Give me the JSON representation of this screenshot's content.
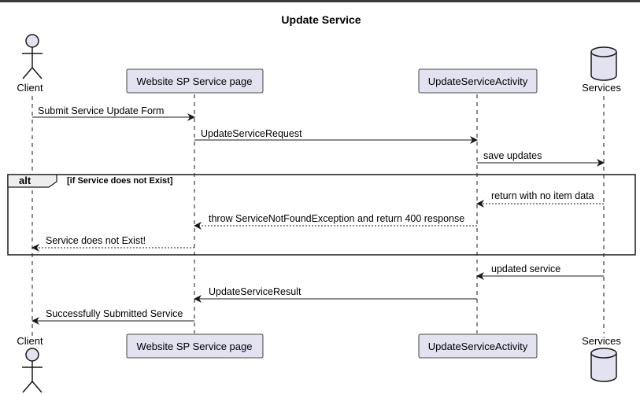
{
  "diagram": {
    "title": "Update Service",
    "participants": [
      {
        "id": "client",
        "label": "Client",
        "kind": "actor"
      },
      {
        "id": "page",
        "label": "Website SP Service page",
        "kind": "participant"
      },
      {
        "id": "activity",
        "label": "UpdateServiceActivity",
        "kind": "participant"
      },
      {
        "id": "services",
        "label": "Services",
        "kind": "database"
      }
    ],
    "messages": [
      {
        "label": "Submit Service Update Form",
        "from": "client",
        "to": "page",
        "style": "solid"
      },
      {
        "label": "UpdateServiceRequest",
        "from": "page",
        "to": "activity",
        "style": "solid"
      },
      {
        "label": "save updates",
        "from": "activity",
        "to": "services",
        "style": "solid"
      },
      {
        "label": "return with no item data",
        "from": "services",
        "to": "activity",
        "style": "dashed"
      },
      {
        "label": "throw ServiceNotFoundException and return 400 response",
        "from": "activity",
        "to": "page",
        "style": "dashed"
      },
      {
        "label": "Service does not Exist!",
        "from": "page",
        "to": "client",
        "style": "dashed"
      },
      {
        "label": "updated service",
        "from": "services",
        "to": "activity",
        "style": "solid"
      },
      {
        "label": "UpdateServiceResult",
        "from": "activity",
        "to": "page",
        "style": "solid"
      },
      {
        "label": "Successfully Submitted Service",
        "from": "page",
        "to": "client",
        "style": "solid"
      }
    ],
    "fragment": {
      "keyword": "alt",
      "condition": "[if Service does not Exist]"
    },
    "colors": {
      "box_fill": "#e2e2f0",
      "box_stroke": "#181818",
      "line": "#181818"
    }
  }
}
